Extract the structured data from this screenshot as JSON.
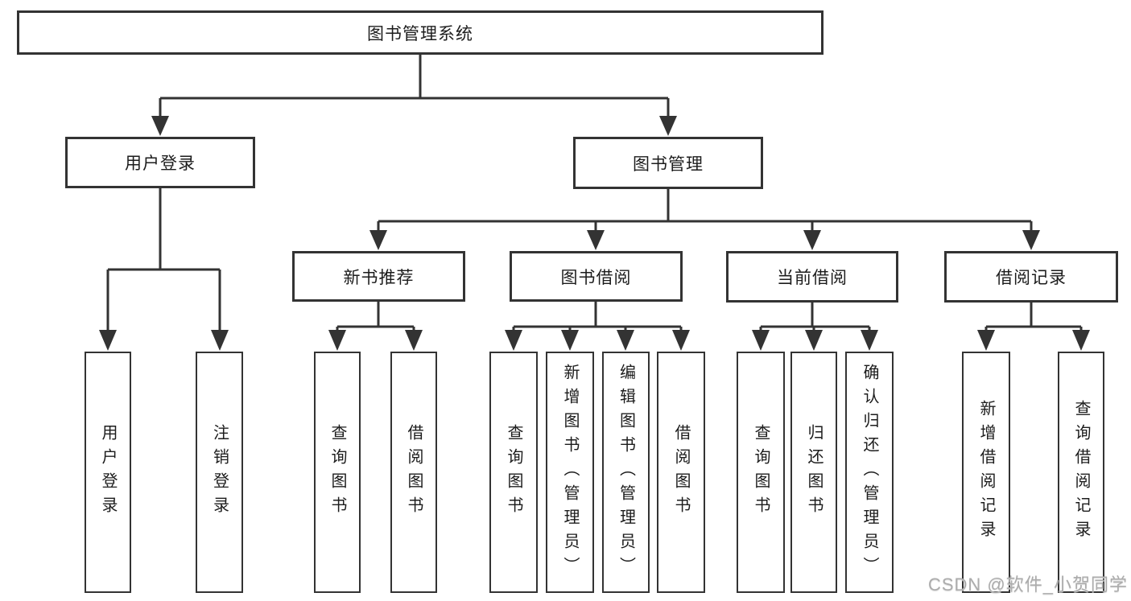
{
  "diagram_type": "hierarchy-tree",
  "colors": {
    "background": "#ffffff",
    "line": "#333333",
    "box_border": "#333333",
    "box_fill": "#ffffff",
    "text": "#1c1c1c",
    "watermark": "#acacac"
  },
  "watermark": {
    "text": "CSDN @软件_小贺同学"
  },
  "tree": {
    "label": "图书管理系统",
    "children": [
      {
        "label": "用户登录",
        "children": [
          {
            "label": "用户登录"
          },
          {
            "label": "注销登录"
          }
        ]
      },
      {
        "label": "图书管理",
        "children": [
          {
            "label": "新书推荐",
            "children": [
              {
                "label": "查询图书"
              },
              {
                "label": "借阅图书"
              }
            ]
          },
          {
            "label": "图书借阅",
            "children": [
              {
                "label": "查询图书"
              },
              {
                "label": "新增图书（管理员）"
              },
              {
                "label": "编辑图书（管理员）"
              },
              {
                "label": "借阅图书"
              }
            ]
          },
          {
            "label": "当前借阅",
            "children": [
              {
                "label": "查询图书"
              },
              {
                "label": "归还图书"
              },
              {
                "label": "确认归还（管理员）"
              }
            ]
          },
          {
            "label": "借阅记录",
            "children": [
              {
                "label": "新增借阅记录"
              },
              {
                "label": "查询借阅记录"
              }
            ]
          }
        ]
      }
    ]
  }
}
